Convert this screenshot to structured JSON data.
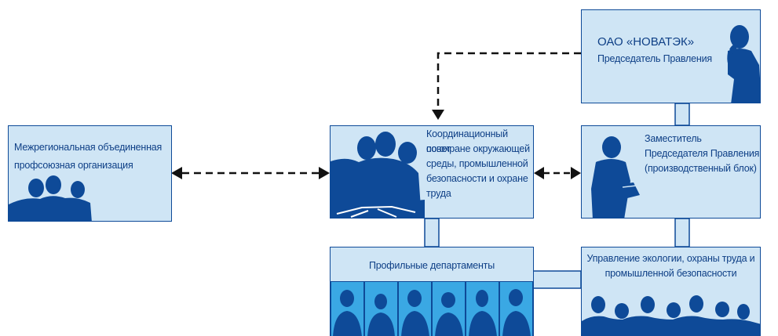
{
  "colors": {
    "box_fill": "#cfe5f5",
    "box_border": "#0e4a98",
    "silhouette": "#0e4a98",
    "cell_fill": "#3aa8e4",
    "text": "#0e3f86",
    "arrow": "#111111"
  },
  "nodes": {
    "chairman": {
      "line1": "ОАО «НОВАТЭК»",
      "line2": "Председатель Правления",
      "icon": "man-on-phone-silhouette"
    },
    "deputy": {
      "lines": [
        "Заместитель",
        "Председателя Правления",
        "(производственный блок)"
      ],
      "icon": "man-with-papers-silhouette"
    },
    "union": {
      "lines": [
        "Межрегиональная объединенная",
        "профсоюзная организация"
      ],
      "icon": "group-silhouette"
    },
    "council": {
      "lines": [
        "Координационный совет",
        "по охране окружающей",
        "среды, промышленной",
        "безопасности и охране",
        "труда"
      ],
      "icon": "meeting-silhouette"
    },
    "departments": {
      "title": "Профильные департаменты",
      "icon": "person-portraits"
    },
    "ecology": {
      "lines": [
        "Управление экологии, охраны труда и",
        "промышленной безопасности"
      ],
      "icon": "team-silhouette"
    }
  }
}
